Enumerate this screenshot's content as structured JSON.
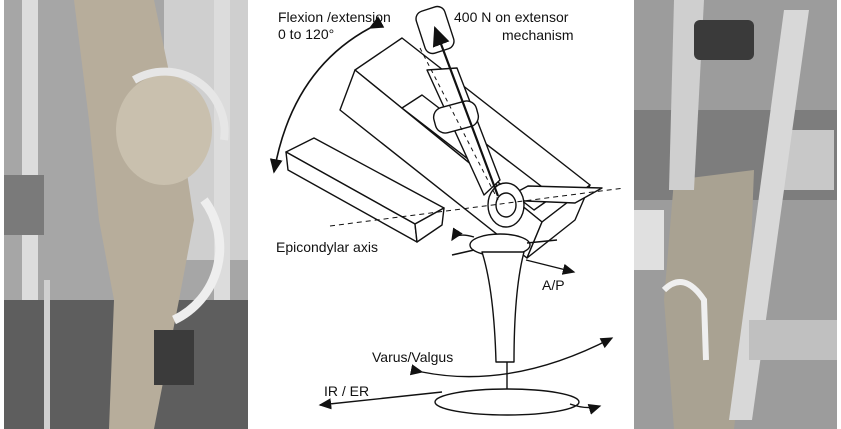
{
  "figure": {
    "labels": {
      "flexion_line1": "Flexion /extension",
      "flexion_line2": "0 to 120°",
      "load_line1": "400 N on extensor",
      "load_line2": "mechanism",
      "epicondylar": "Epicondylar axis",
      "ap": "A/P",
      "varus_valgus": "Varus/Valgus",
      "ir_er": "IR / ER"
    },
    "colors": {
      "stroke": "#111111",
      "fill": "#ffffff",
      "photo": "#8f8f8f"
    }
  }
}
